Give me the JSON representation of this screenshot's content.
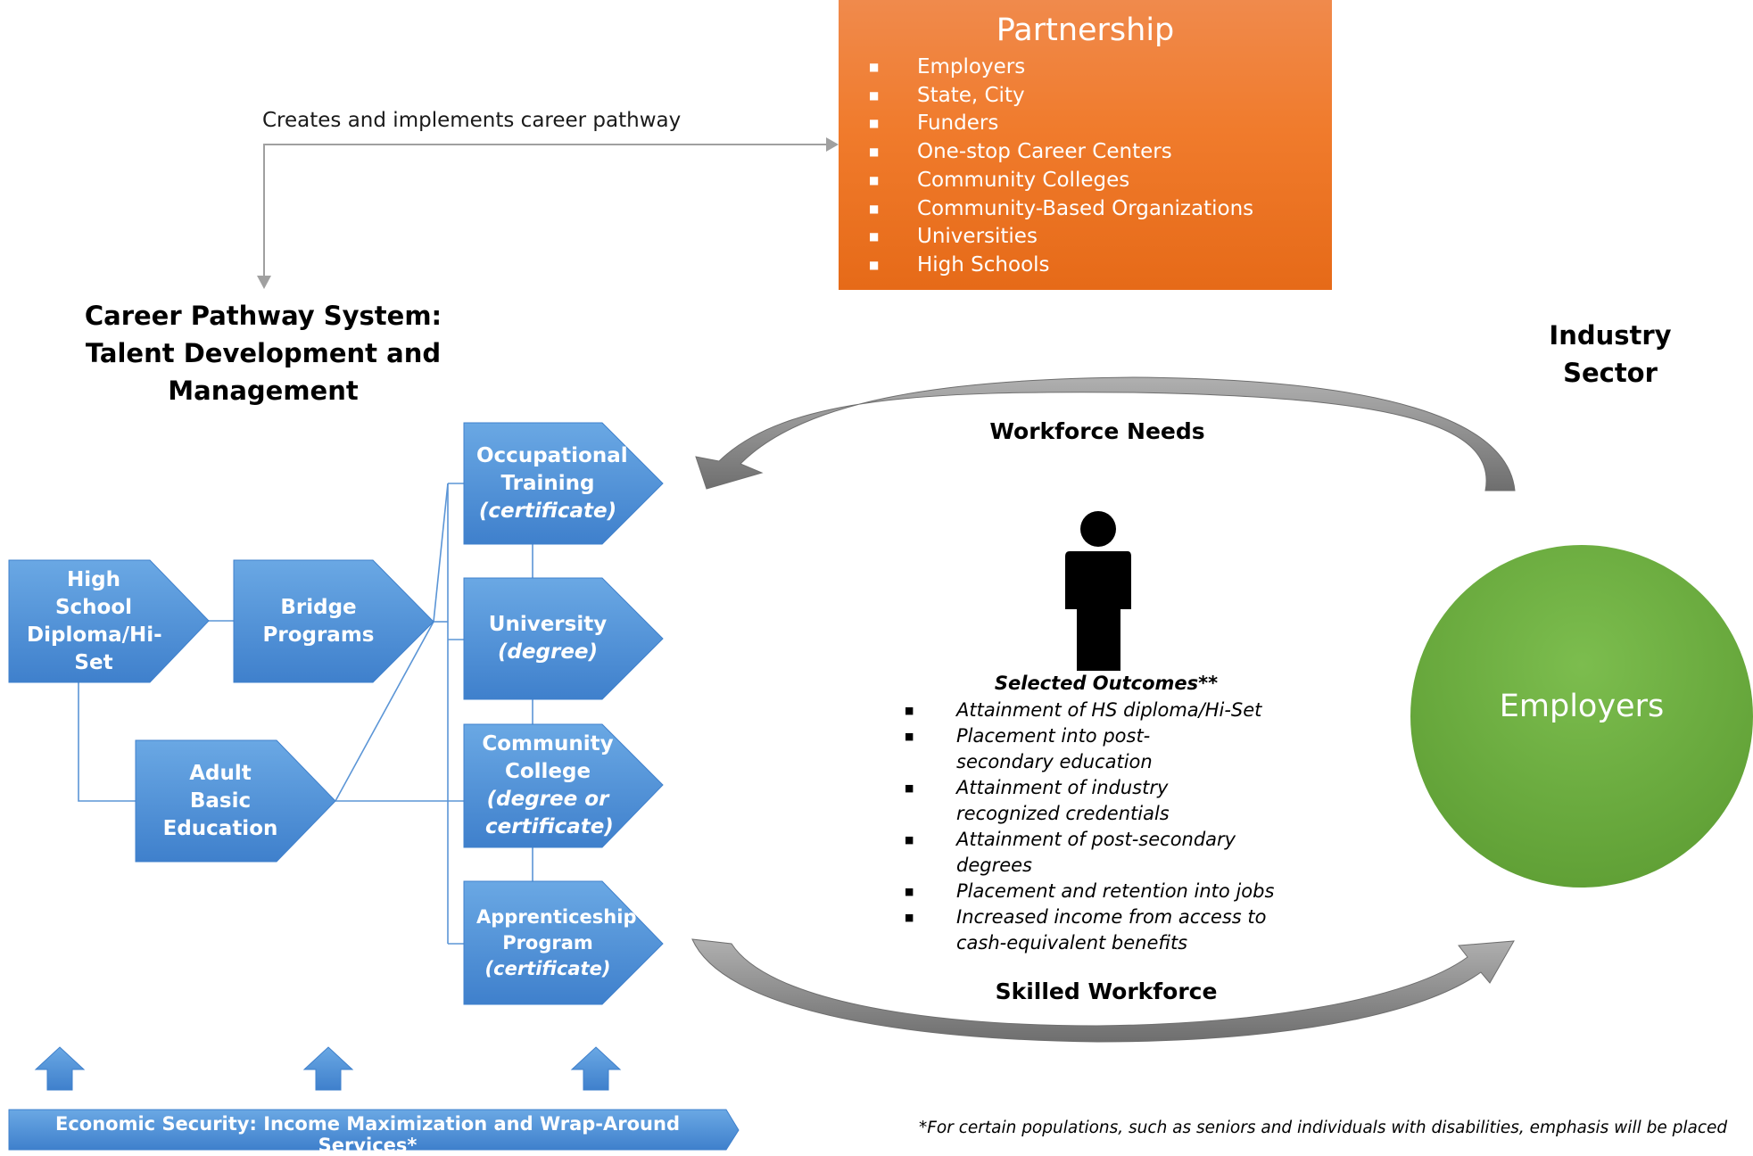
{
  "partnership": {
    "title": "Partnership",
    "items": [
      "Employers",
      "State, City",
      "Funders",
      "One-stop Career Centers",
      "Community Colleges",
      "Community-Based Organizations",
      "Universities",
      "High Schools"
    ]
  },
  "pathway_label": "Creates and implements career pathway",
  "cps_title": "Career Pathway System: Talent Development and Management",
  "industry_sector": "Industry Sector",
  "boxes": {
    "high_school": "High School Diploma/Hi-Set",
    "bridge": "Bridge Programs",
    "adult_basic": "Adult Basic Education",
    "occupational": {
      "title": "Occupational Training",
      "sub": "(certificate)"
    },
    "university": {
      "title": "University",
      "sub": "(degree)"
    },
    "community_college": {
      "title": "Community College",
      "sub": "(degree or certificate)"
    },
    "apprenticeship": {
      "title": "Apprenticeship Program",
      "sub": "(certificate)"
    }
  },
  "workforce_needs": "Workforce Needs",
  "skilled_workforce": "Skilled Workforce",
  "outcomes": {
    "title": "Selected Outcomes**",
    "items": [
      "Attainment of HS diploma/Hi-Set",
      "Placement into post-secondary education",
      "Attainment of industry recognized credentials",
      "Attainment of post-secondary degrees",
      "Placement and retention into jobs",
      "Increased income from access to cash-equivalent benefits"
    ]
  },
  "employers": "Employers",
  "economic_security": "Economic Security: Income Maximization and Wrap-Around Services*",
  "footnote": "*For certain populations, such as seniors and individuals with disabilities, emphasis will be placed",
  "colors": {
    "partnership": "#f07b2c",
    "box_blue": "#4a8fd6",
    "employers_green": "#6aae3f",
    "line_blue": "#4a8fd6",
    "gray_arrow": "#8c8c8c"
  }
}
